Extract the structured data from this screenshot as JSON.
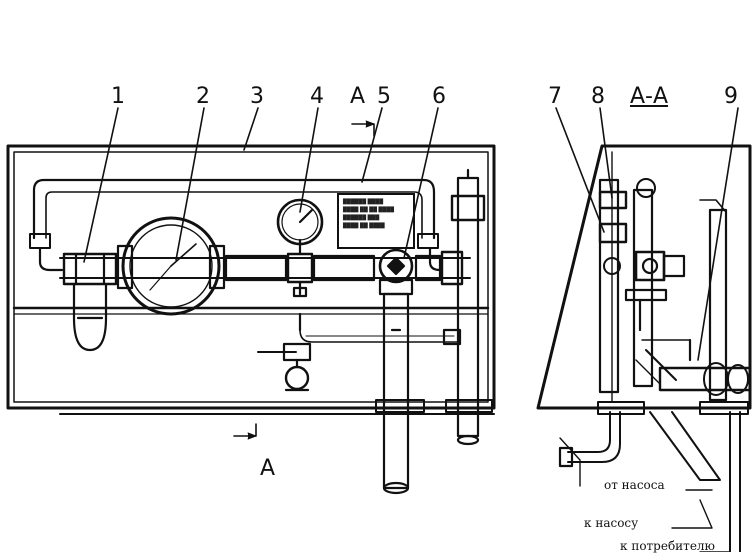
{
  "callouts": [
    "1",
    "2",
    "3",
    "4",
    "А",
    "5",
    "6",
    "7",
    "8",
    "А-А",
    "9"
  ],
  "section_mark": "А",
  "section_title": "А-А",
  "labels": {
    "from_pump": "от насоса",
    "to_pump": "к насосу",
    "to_consumer": "к потребителю"
  },
  "plate_text": [
    "██████ ████",
    "████ ██ ██ ████",
    "██████ ███",
    "████ ██ ████"
  ]
}
